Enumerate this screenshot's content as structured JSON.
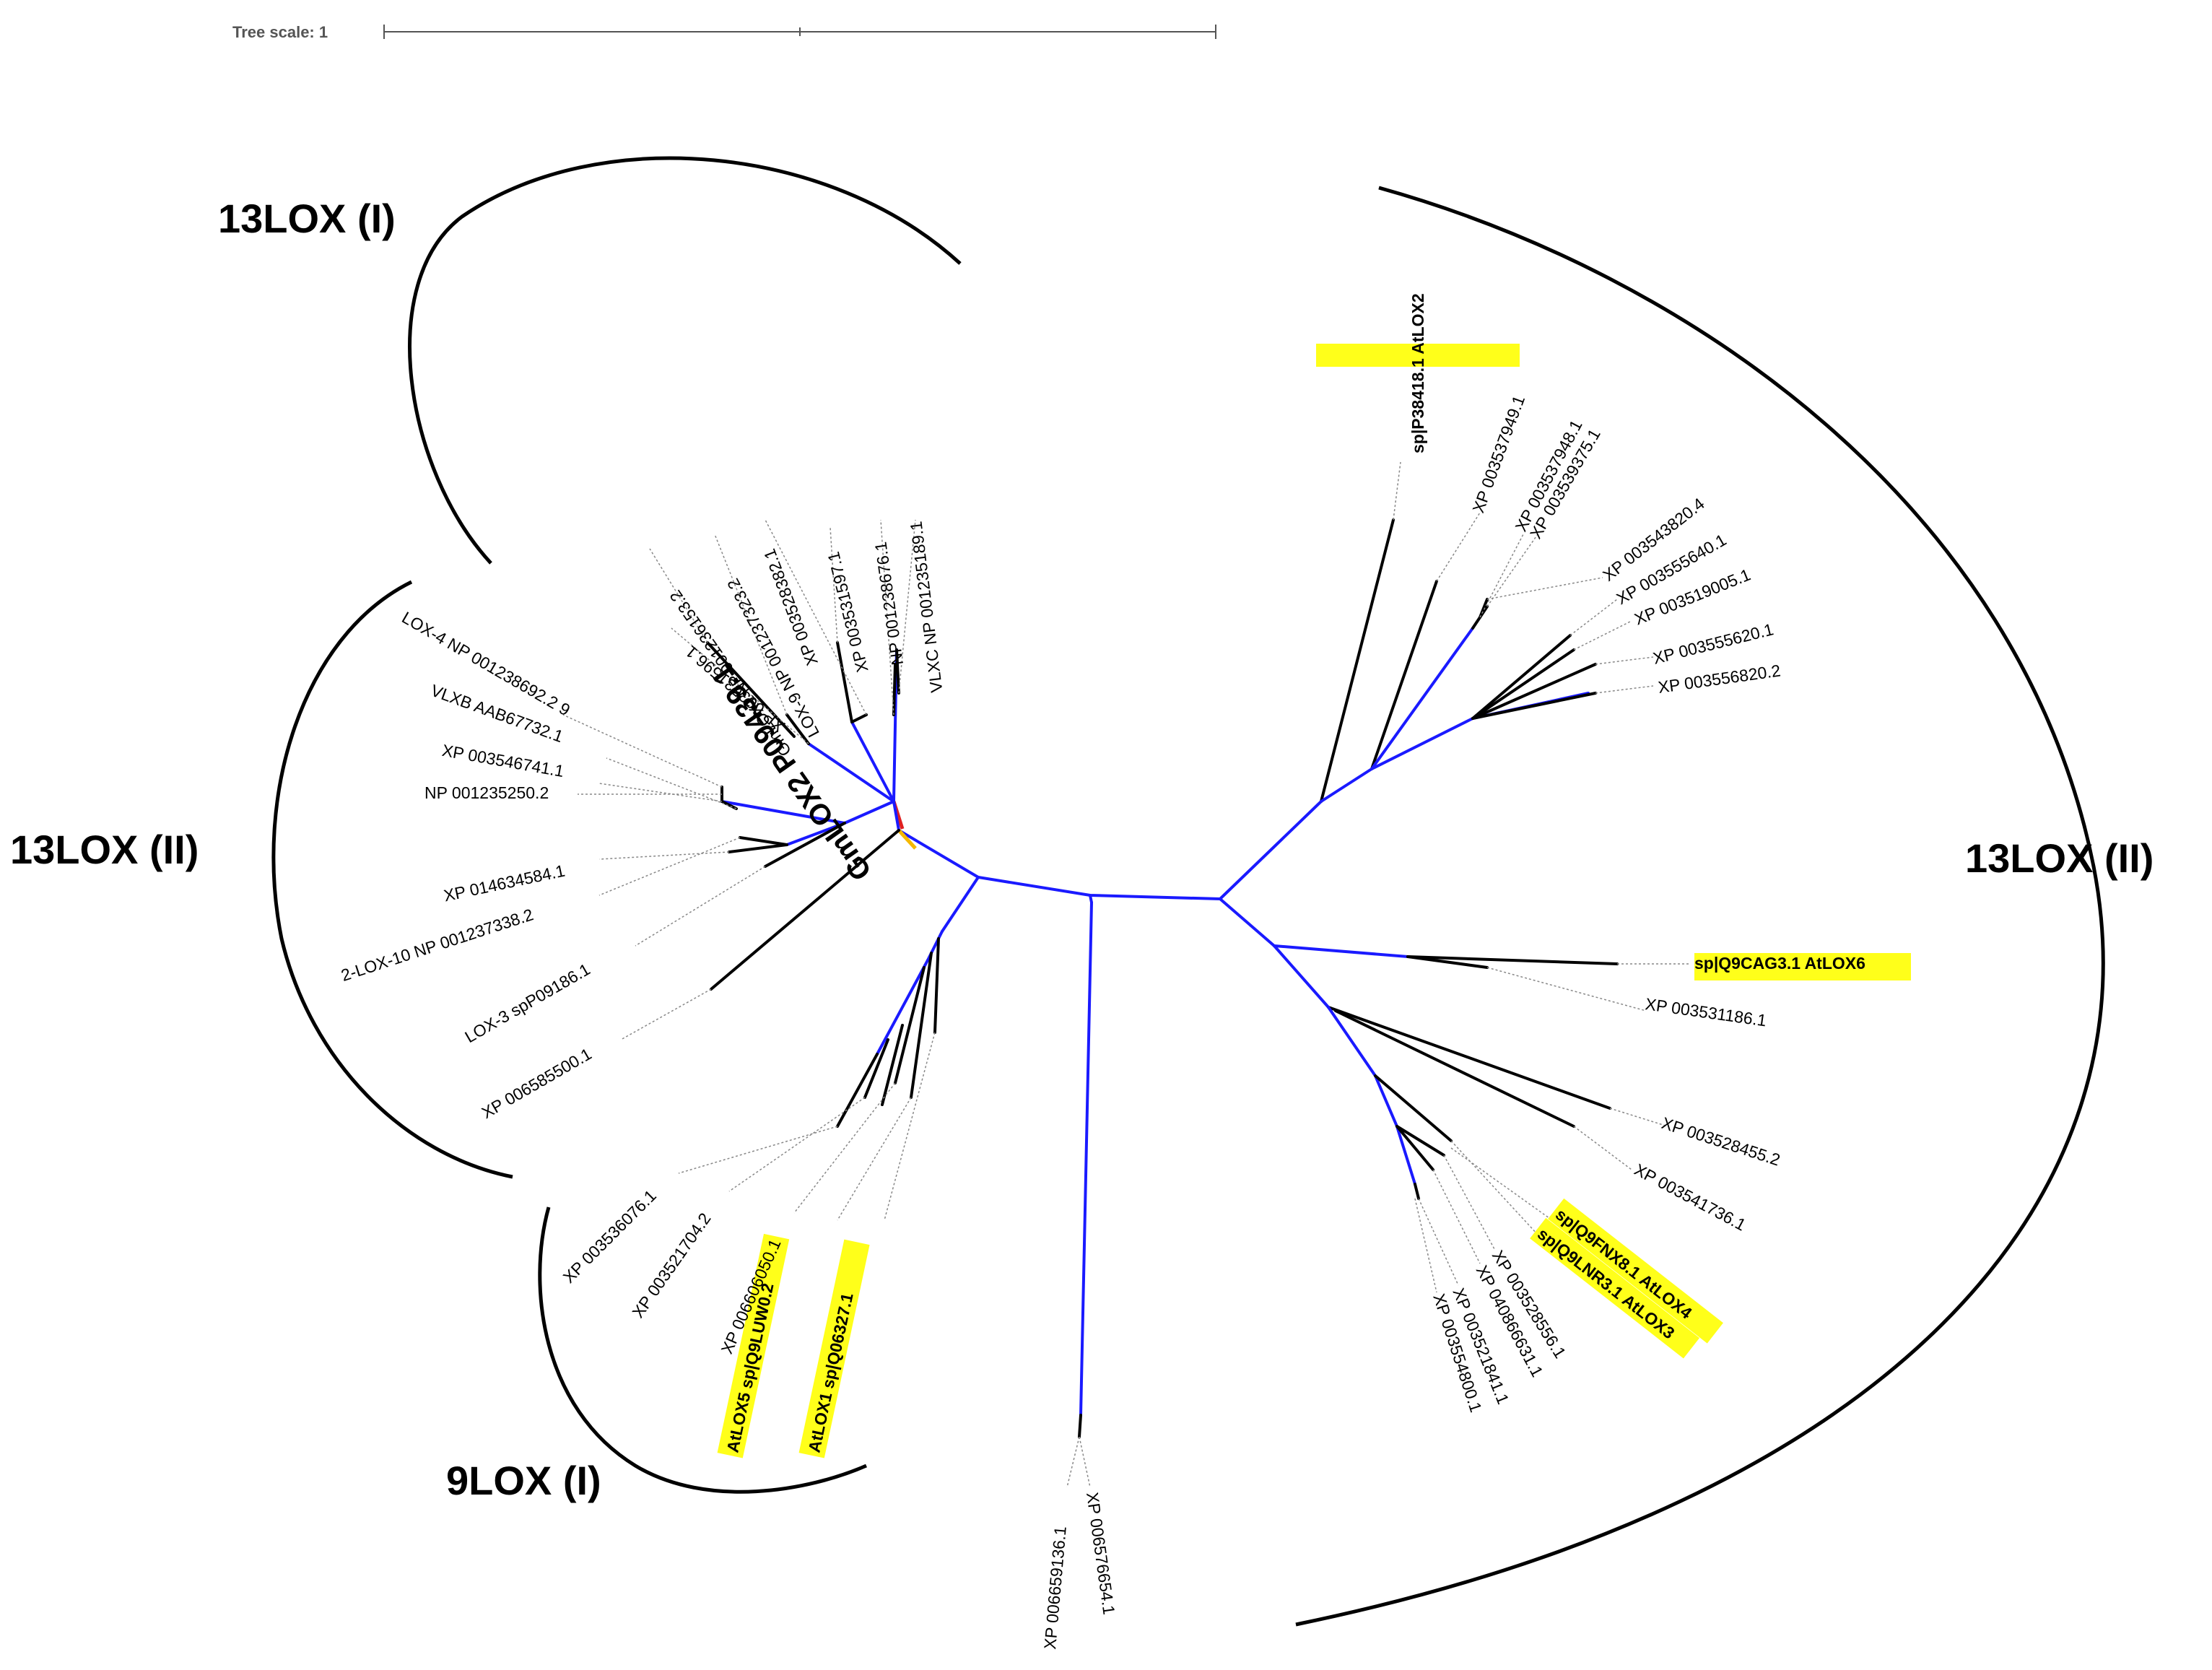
{
  "tree_scale": {
    "label": "Tree scale: 1"
  },
  "clades": [
    {
      "id": "c1",
      "label": "13LOX (I)"
    },
    {
      "id": "c2",
      "label": "13LOX (II)"
    },
    {
      "id": "c3",
      "label": "9LOX (I)"
    },
    {
      "id": "c4",
      "label": "13LOX (II)"
    }
  ],
  "leaves": [
    {
      "id": "l1",
      "label": "VLXC  NP 001235189.1",
      "highlight": false,
      "style": "normal"
    },
    {
      "id": "l2",
      "label": "NP 001238676.1",
      "highlight": false,
      "style": "normal"
    },
    {
      "id": "l3",
      "label": "XP 003531597.1",
      "highlight": false,
      "style": "normal"
    },
    {
      "id": "l4",
      "label": "XP 003528382.1",
      "highlight": false,
      "style": "normal"
    },
    {
      "id": "l5",
      "label": "LOX-9  NP 001237323.2",
      "highlight": false,
      "style": "normal"
    },
    {
      "id": "l6",
      "label": "GmLOX1  NP 001236153.2",
      "highlight": false,
      "style": "normal"
    },
    {
      "id": "l7",
      "label": "GmLOX2 P09439.1",
      "highlight": false,
      "style": "big"
    },
    {
      "id": "l8",
      "label": "XP 003531596.1",
      "highlight": false,
      "style": "normal"
    },
    {
      "id": "l9",
      "label": "LOX-4  NP 001238692.2 9",
      "highlight": false,
      "style": "normal"
    },
    {
      "id": "l10",
      "label": "VLXB   AAB67732.1",
      "highlight": false,
      "style": "normal"
    },
    {
      "id": "l11",
      "label": "XP 003546741.1",
      "highlight": false,
      "style": "normal"
    },
    {
      "id": "l12",
      "label": "NP 001235250.2",
      "highlight": false,
      "style": "normal"
    },
    {
      "id": "l13",
      "label": "XP 014634584.1",
      "highlight": false,
      "style": "normal"
    },
    {
      "id": "l14",
      "label": "2-LOX-10  NP 001237338.2",
      "highlight": false,
      "style": "normal"
    },
    {
      "id": "l15",
      "label": "LOX-3  spP09186.1",
      "highlight": false,
      "style": "normal"
    },
    {
      "id": "l16",
      "label": "XP 006585500.1",
      "highlight": false,
      "style": "normal"
    },
    {
      "id": "l17",
      "label": "XP 003536076.1",
      "highlight": false,
      "style": "normal"
    },
    {
      "id": "l18",
      "label": "XP 003521704.2",
      "highlight": false,
      "style": "normal"
    },
    {
      "id": "l19",
      "label": "XP 006606050.1",
      "highlight": false,
      "style": "normal"
    },
    {
      "id": "l20",
      "label": "AtLOX5  sp|Q9LUW0.2",
      "highlight": true,
      "style": "bold"
    },
    {
      "id": "l21",
      "label": "AtLOX1  sp|Q06327.1",
      "highlight": true,
      "style": "bold"
    },
    {
      "id": "l22",
      "label": "XP 006659136.1",
      "highlight": false,
      "style": "normal"
    },
    {
      "id": "l23",
      "label": "XP 006576654.1",
      "highlight": false,
      "style": "normal"
    },
    {
      "id": "l24",
      "label": "XP 003554800.1",
      "highlight": false,
      "style": "normal"
    },
    {
      "id": "l25",
      "label": "XP 003521841.1",
      "highlight": false,
      "style": "normal"
    },
    {
      "id": "l26",
      "label": "XP 040866631.1",
      "highlight": false,
      "style": "normal"
    },
    {
      "id": "l27",
      "label": "XP 003528556.1",
      "highlight": false,
      "style": "normal"
    },
    {
      "id": "l28",
      "label": "sp|Q9LNR3.1 AtLOX3",
      "highlight": true,
      "style": "bold"
    },
    {
      "id": "l29",
      "label": "sp|Q9FNX8.1 AtLOX4",
      "highlight": true,
      "style": "bold"
    },
    {
      "id": "l30",
      "label": "XP 003541736.1",
      "highlight": false,
      "style": "normal"
    },
    {
      "id": "l31",
      "label": "XP 003528455.2",
      "highlight": false,
      "style": "normal"
    },
    {
      "id": "l32",
      "label": "XP 003531186.1",
      "highlight": false,
      "style": "normal"
    },
    {
      "id": "l33",
      "label": "sp|Q9CAG3.1 AtLOX6",
      "highlight": true,
      "style": "bold"
    },
    {
      "id": "l34",
      "label": "XP 003556820.2",
      "highlight": false,
      "style": "normal"
    },
    {
      "id": "l35",
      "label": "XP 003555620.1",
      "highlight": false,
      "style": "normal"
    },
    {
      "id": "l36",
      "label": "XP 003519005.1",
      "highlight": false,
      "style": "normal"
    },
    {
      "id": "l37",
      "label": "XP 003555640.1",
      "highlight": false,
      "style": "normal"
    },
    {
      "id": "l38",
      "label": "XP 003543820.4",
      "highlight": false,
      "style": "normal"
    },
    {
      "id": "l39",
      "label": "XP 003539375.1",
      "highlight": false,
      "style": "normal"
    },
    {
      "id": "l40",
      "label": "XP 003537948.1",
      "highlight": false,
      "style": "normal"
    },
    {
      "id": "l41",
      "label": "XP 003537949.1",
      "highlight": false,
      "style": "normal"
    },
    {
      "id": "l42",
      "label": "sp|P38418.1 AtLOX2",
      "highlight": true,
      "style": "bold"
    }
  ],
  "colors": {
    "branch_main": "#1a1aff",
    "branch_leaf": "#000000",
    "highlight": "#ffff1a",
    "root_red": "#e02020",
    "root_orange": "#f5b800"
  }
}
